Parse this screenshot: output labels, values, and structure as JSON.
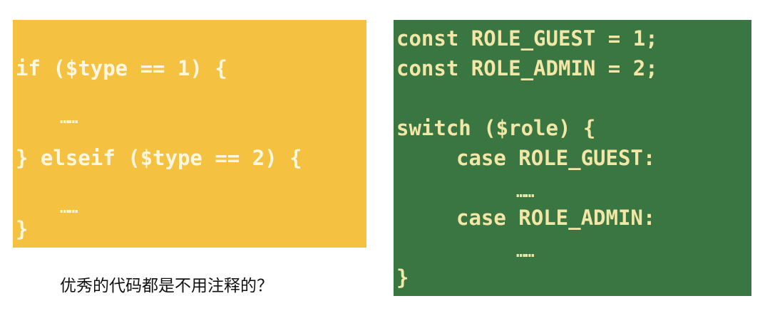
{
  "left_code": {
    "lines": [
      "if ($type == 1) {",
      "……",
      "} elseif ($type == 2) {",
      "……",
      "}"
    ]
  },
  "right_code": {
    "lines": [
      "const ROLE_GUEST = 1;",
      "const ROLE_ADMIN = 2;",
      "switch ($role) {",
      "case ROLE_GUEST:",
      "……",
      "case ROLE_ADMIN:",
      "……",
      "}"
    ]
  },
  "caption": "优秀的代码都是不用注释的？",
  "colors": {
    "left_panel": "#f4c141",
    "right_panel": "#3a7641",
    "left_text": "#fff7e0",
    "right_text": "#f2e7a6"
  }
}
